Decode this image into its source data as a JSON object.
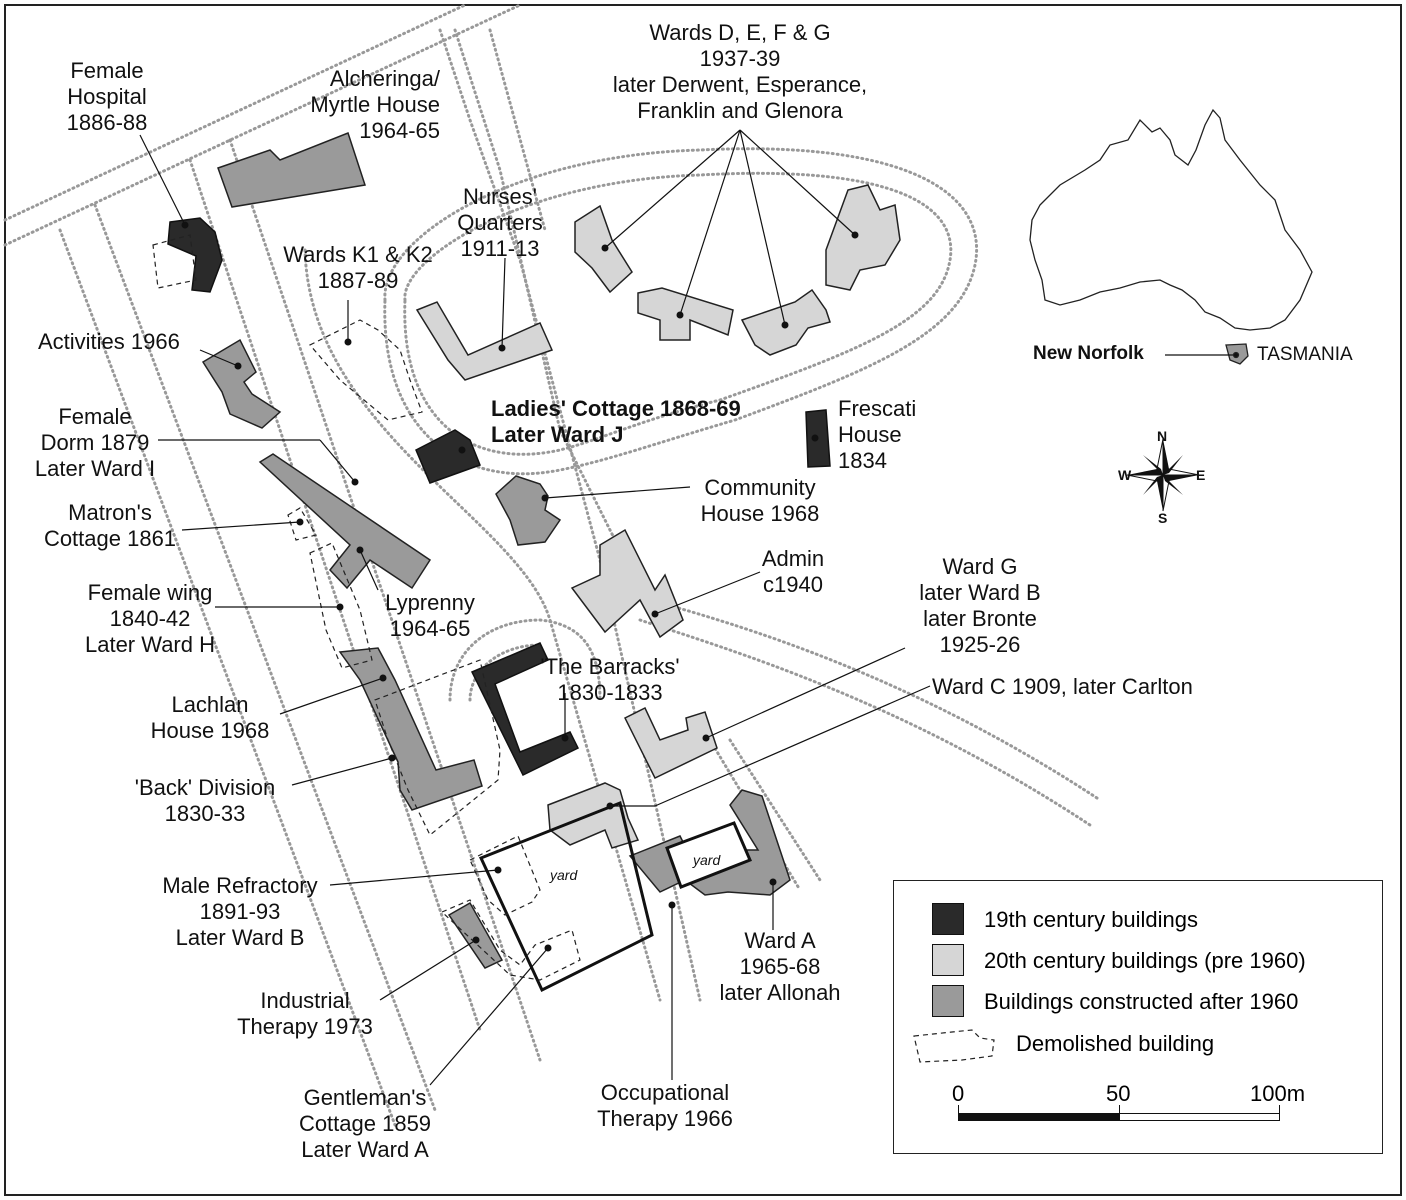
{
  "buildings": {
    "female_hospital": [
      "Female",
      "Hospital",
      "1886-88"
    ],
    "alcheringa": [
      "Alcheringa/",
      "Myrtle House",
      "1964-65"
    ],
    "wards_defg": [
      "Wards D, E, F & G",
      "1937-39",
      "later Derwent, Esperance,",
      "Franklin and Glenora"
    ],
    "nurses": [
      "Nurses'",
      "Quarters",
      "1911-13"
    ],
    "wards_k": [
      "Wards K1 & K2",
      "1887-89"
    ],
    "activities": "Activities 1966",
    "ladies_cottage": [
      "Ladies' Cottage 1868-69",
      "Later Ward J"
    ],
    "frescati": [
      "Frescati",
      "House",
      "1834"
    ],
    "female_dorm": [
      "Female",
      "Dorm 1879",
      "Later Ward I"
    ],
    "community": [
      "Community",
      "House 1968"
    ],
    "matrons": [
      "Matron's",
      "Cottage 1861"
    ],
    "admin": [
      "Admin",
      "c1940"
    ],
    "female_wing": [
      "Female wing",
      "1840-42",
      "Later Ward H"
    ],
    "lyprenny": [
      "Lyprenny",
      "1964-65"
    ],
    "ward_g": [
      "Ward G",
      "later Ward B",
      "later Bronte",
      "1925-26"
    ],
    "barracks": [
      "'The Barracks'",
      "1830-1833"
    ],
    "ward_c": "Ward C 1909, later Carlton",
    "lachlan": [
      "Lachlan",
      "House 1968"
    ],
    "back_division": [
      "'Back' Division",
      "1830-33"
    ],
    "male_refractory": [
      "Male Refractory",
      "1891-93",
      "Later Ward B"
    ],
    "ward_a": [
      "Ward A",
      "1965-68",
      "later Allonah"
    ],
    "industrial": [
      "Industrial",
      "Therapy 1973"
    ],
    "gentleman": [
      "Gentleman's",
      "Cottage 1859",
      "Later Ward A"
    ],
    "occupational": [
      "Occupational",
      "Therapy 1966"
    ],
    "yard": "yard"
  },
  "inset": {
    "new_norfolk": "New Norfolk",
    "tasmania": "TASMANIA"
  },
  "compass": {
    "n": "N",
    "s": "S",
    "e": "E",
    "w": "W"
  },
  "legend": {
    "items": [
      {
        "label": "19th century buildings",
        "color": "#2a2a2a"
      },
      {
        "label": "20th century buildings (pre 1960)",
        "color": "#d6d6d6"
      },
      {
        "label": "Buildings constructed after 1960",
        "color": "#9a9a9a"
      },
      {
        "label": "Demolished building",
        "color": "none"
      }
    ],
    "scale": {
      "labels": [
        "0",
        "50",
        "100m"
      ]
    }
  }
}
